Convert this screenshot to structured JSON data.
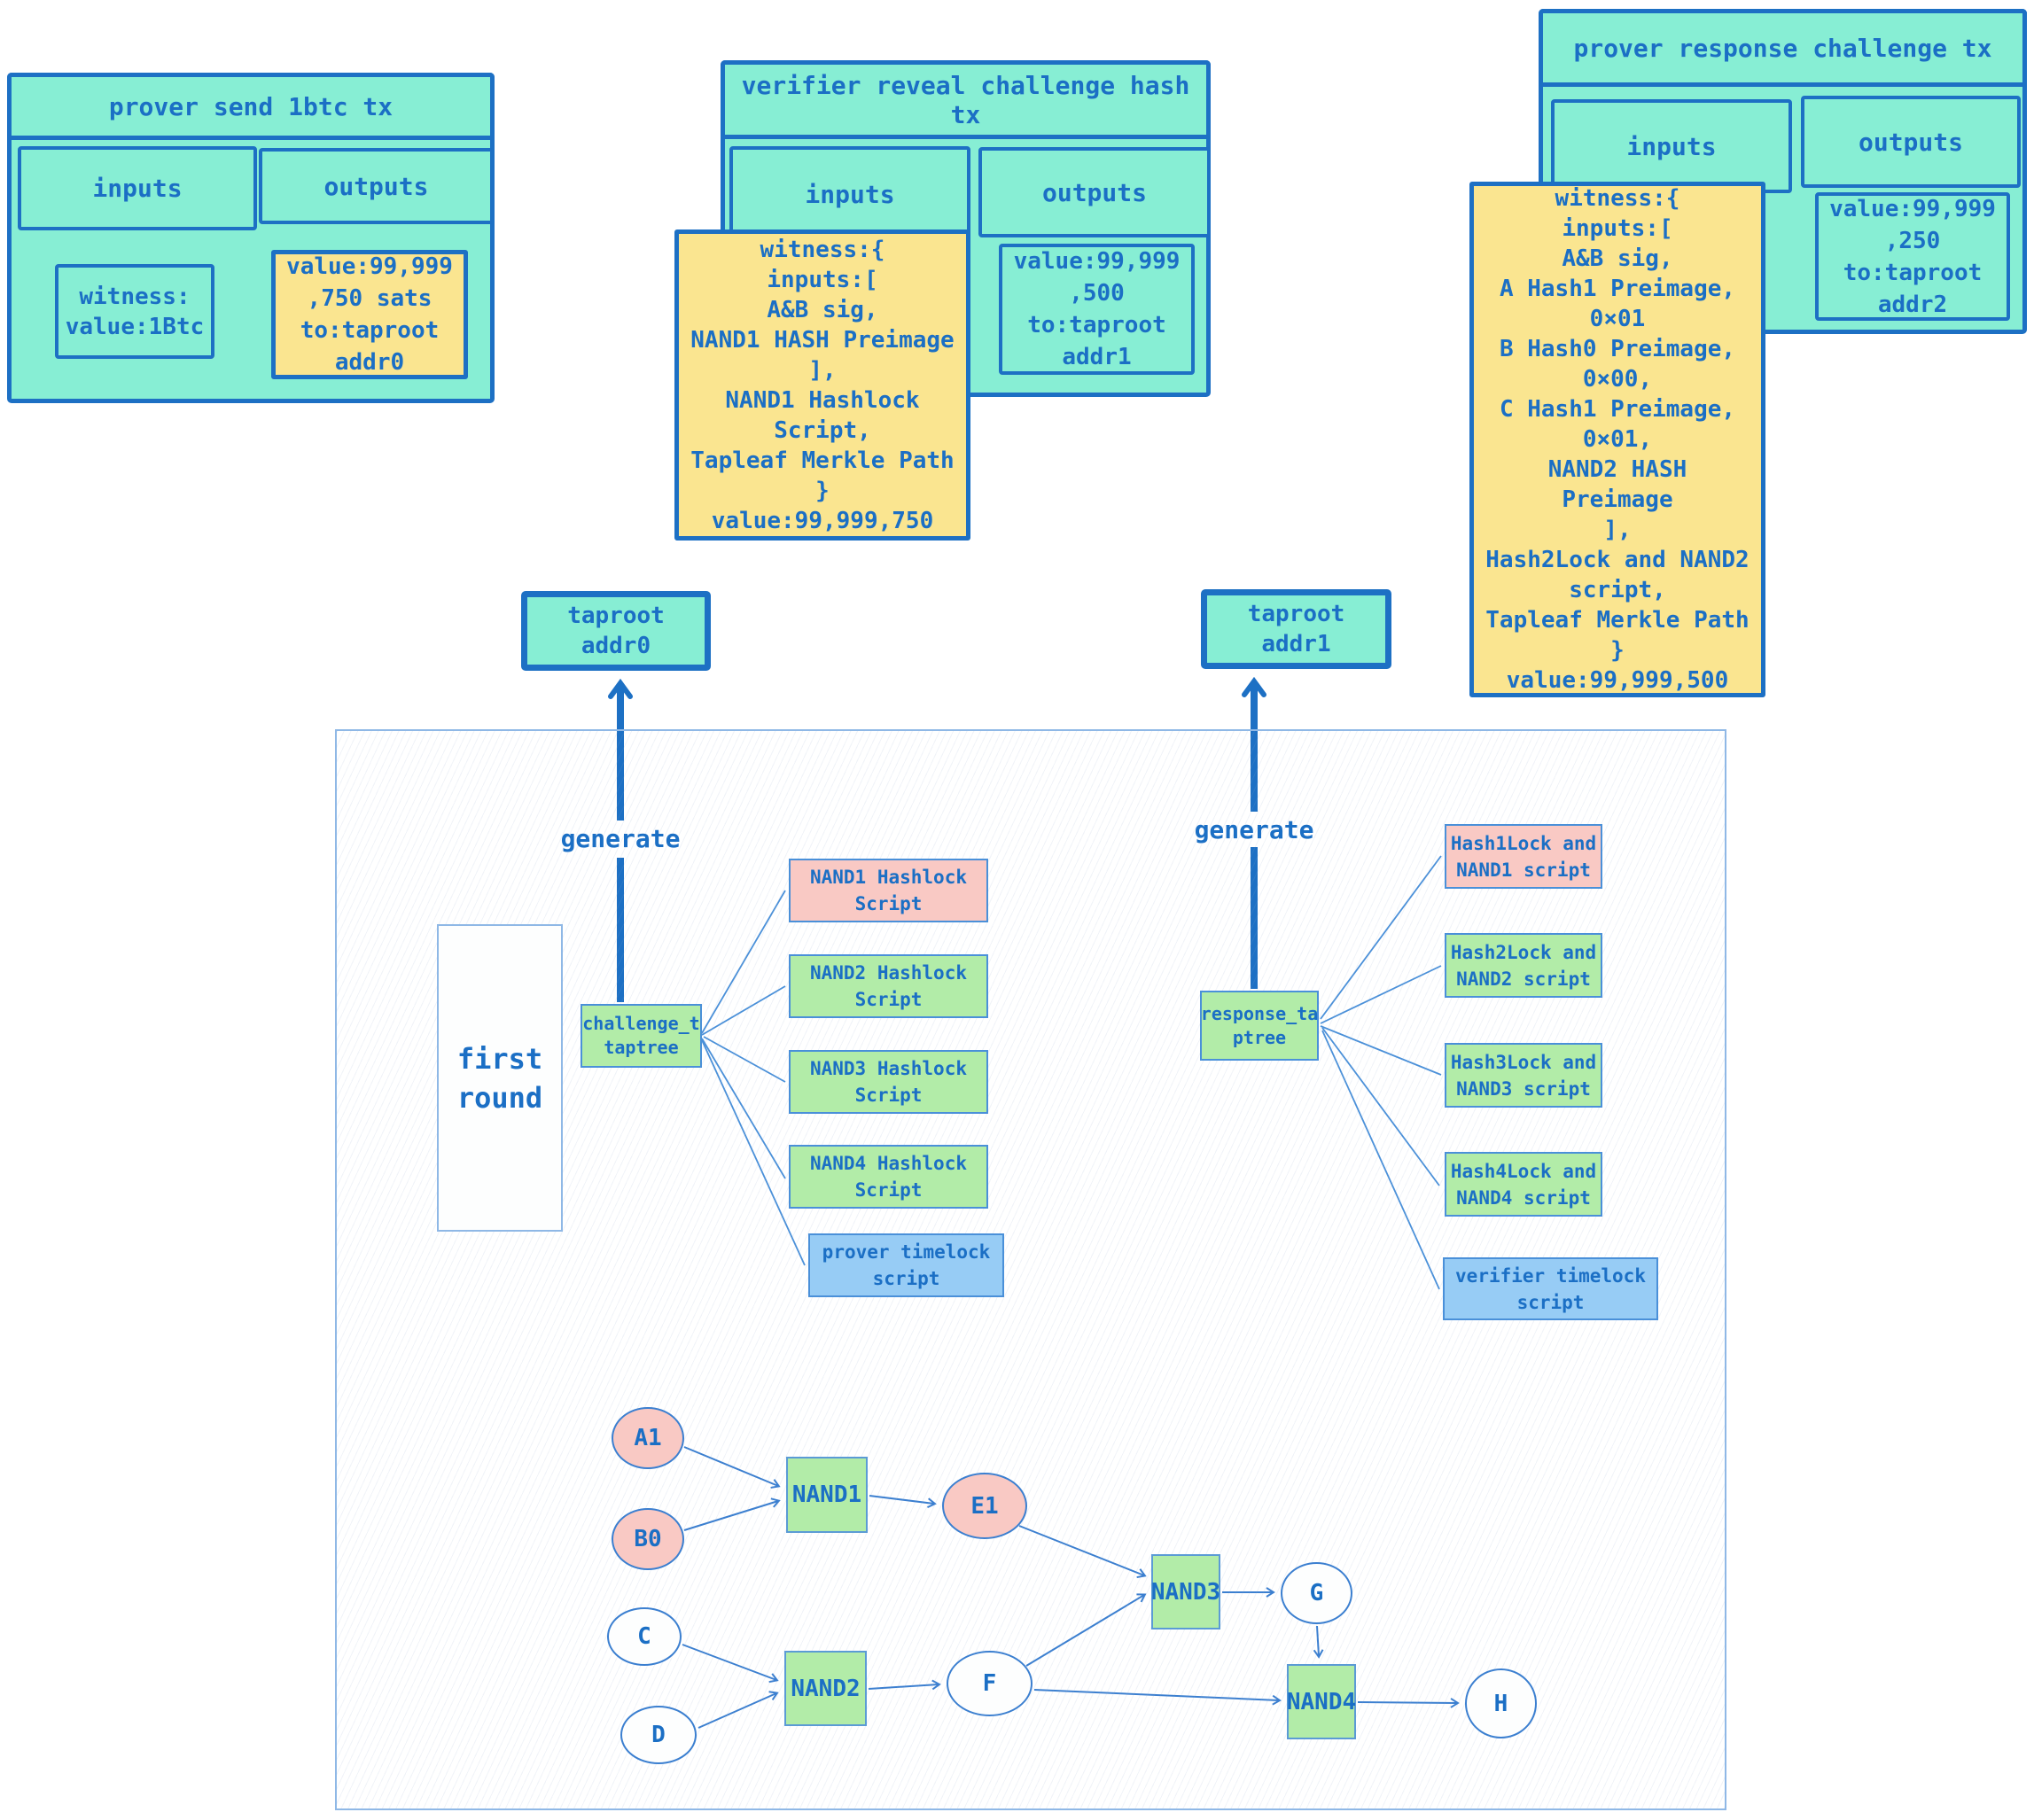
{
  "colors": {
    "teal": "#87EED4",
    "yellow": "#FAE590",
    "pink": "#F9C9C4",
    "green": "#B2ECA8",
    "blue_leaf": "#97CCF5",
    "ink_blue": "#1B6FC5",
    "border_blue": "#1D70C4"
  },
  "tx1": {
    "title": "prover send 1btc tx",
    "inputs_label": "inputs",
    "outputs_label": "outputs",
    "witness": "witness:\nvalue:1Btc",
    "output_value": "value:99,999\n,750 sats\nto:taproot\naddr0"
  },
  "tx2": {
    "title": "verifier reveal challenge hash\ntx",
    "inputs_label": "inputs",
    "outputs_label": "outputs",
    "witness": "witness:{\ninputs:[\nA&B sig,\nNAND1 HASH Preimage\n],\nNAND1 Hashlock\nScript,\nTapleaf Merkle Path\n}\nvalue:99,999,750",
    "output_value": "value:99,999\n,500\nto:taproot\naddr1"
  },
  "tx3": {
    "title": "prover response challenge tx",
    "inputs_label": "inputs",
    "outputs_label": "outputs",
    "witness": "witness:{\ninputs:[\nA&B sig,\nA Hash1 Preimage,\n0×01\nB Hash0 Preimage,\n0×00,\nC Hash1 Preimage,\n0×01,\nNAND2 HASH\nPreimage\n],\nHash2Lock and NAND2\nscript,\nTapleaf Merkle Path\n}\nvalue:99,999,500",
    "output_value": "value:99,999\n,250\nto:taproot\naddr2"
  },
  "taproot0": "taproot\naddr0",
  "taproot1": "taproot\naddr1",
  "generate_left": "generate",
  "generate_right": "generate",
  "first_round": "first\nround",
  "challenge_taptree": "challenge_t\ntaptree",
  "response_taptree": "response_ta\nptree",
  "challenge_leaves": [
    {
      "label": "NAND1 Hashlock\nScript",
      "color": "pink"
    },
    {
      "label": "NAND2 Hashlock\nScript",
      "color": "green"
    },
    {
      "label": "NAND3 Hashlock\nScript",
      "color": "green"
    },
    {
      "label": "NAND4 Hashlock\nScript",
      "color": "green"
    },
    {
      "label": "prover timelock\nscript",
      "color": "blue"
    }
  ],
  "response_leaves": [
    {
      "label": "Hash1Lock and\nNAND1 script",
      "color": "pink"
    },
    {
      "label": "Hash2Lock and\nNAND2 script",
      "color": "green"
    },
    {
      "label": "Hash3Lock and\nNAND3 script",
      "color": "green"
    },
    {
      "label": "Hash4Lock and\nNAND4 script",
      "color": "green"
    },
    {
      "label": "verifier timelock\nscript",
      "color": "blue"
    }
  ],
  "circuit": {
    "nodes": {
      "a1": "A1",
      "b0": "B0",
      "c": "C",
      "d": "D",
      "e1": "E1",
      "f": "F",
      "g": "G",
      "h": "H",
      "nand1": "NAND1",
      "nand2": "NAND2",
      "nand3": "NAND3",
      "nand4": "NAND4"
    }
  }
}
